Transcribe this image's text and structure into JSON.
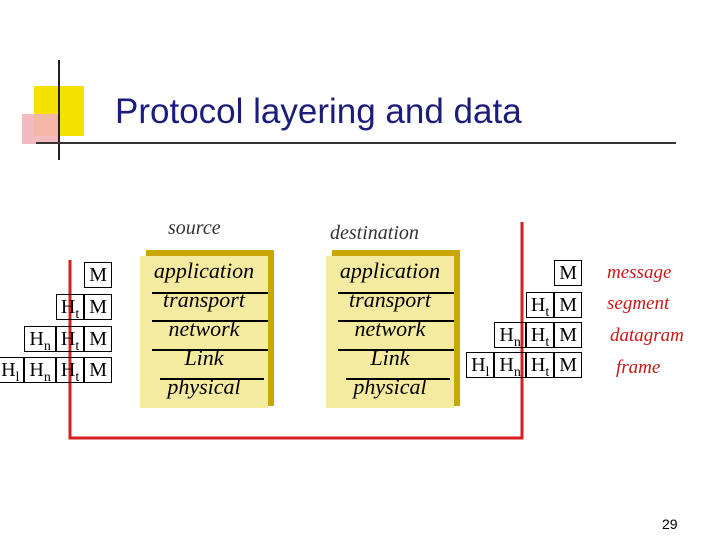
{
  "slide": {
    "title": "Protocol layering and data",
    "page_number": "29"
  },
  "source_stack": {
    "label": "source",
    "layers": [
      "application",
      "transport",
      "network",
      "Link",
      "physical"
    ]
  },
  "destination_stack": {
    "label": "destination",
    "layers": [
      "application",
      "transport",
      "network",
      "Link",
      "physical"
    ]
  },
  "left_headers": [
    [
      "M"
    ],
    [
      "Ht",
      "M"
    ],
    [
      "Hn",
      "Ht",
      "M"
    ],
    [
      "Hl",
      "Hn",
      "Ht",
      "M"
    ]
  ],
  "right_headers": [
    [
      "M"
    ],
    [
      "Ht",
      "M"
    ],
    [
      "Hn",
      "Ht",
      "M"
    ],
    [
      "Hl",
      "Hn",
      "Ht",
      "M"
    ]
  ],
  "data_unit_labels": [
    "message",
    "segment",
    "datagram",
    "frame"
  ],
  "colors": {
    "title": "#1c1c7a",
    "path": "#d42020",
    "labels": "#c81818",
    "stack_fill": "#f5eba0",
    "stack_shadow": "#c8a800"
  }
}
